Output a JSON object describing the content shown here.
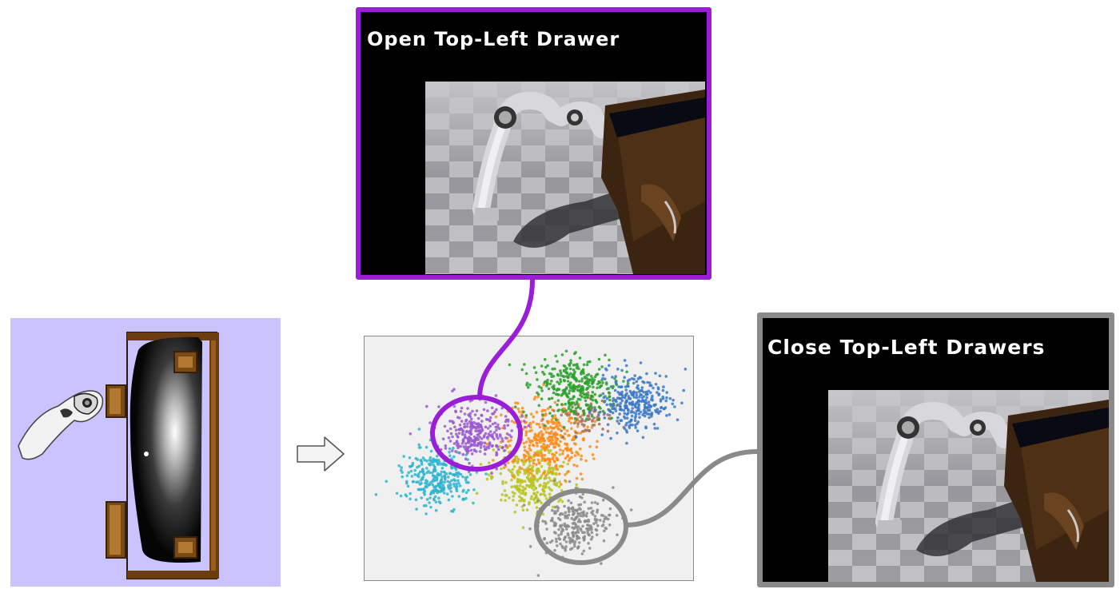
{
  "panels": {
    "open": {
      "title": "Open Top-Left Drawer",
      "border_color": "#9a1ed8"
    },
    "close": {
      "title": "Close Top-Left Drawers",
      "border_color": "#8a8a8a"
    }
  },
  "clusters": [
    {
      "name": "purple",
      "color": "#9b59d0",
      "highlighted": true
    },
    {
      "name": "cyan",
      "color": "#2cb5d0"
    },
    {
      "name": "green",
      "color": "#2ca02c"
    },
    {
      "name": "blue",
      "color": "#3a78c8"
    },
    {
      "name": "orange",
      "color": "#ff8c1a"
    },
    {
      "name": "yellow-green",
      "color": "#b8c41e"
    },
    {
      "name": "brown",
      "color": "#a0705a"
    },
    {
      "name": "gray",
      "color": "#8a8a8a",
      "highlighted": true
    }
  ],
  "colors": {
    "pointcloud_bg": "#cbc3ff",
    "purple_accent": "#9a1ed8",
    "gray_accent": "#8a8a8a"
  }
}
